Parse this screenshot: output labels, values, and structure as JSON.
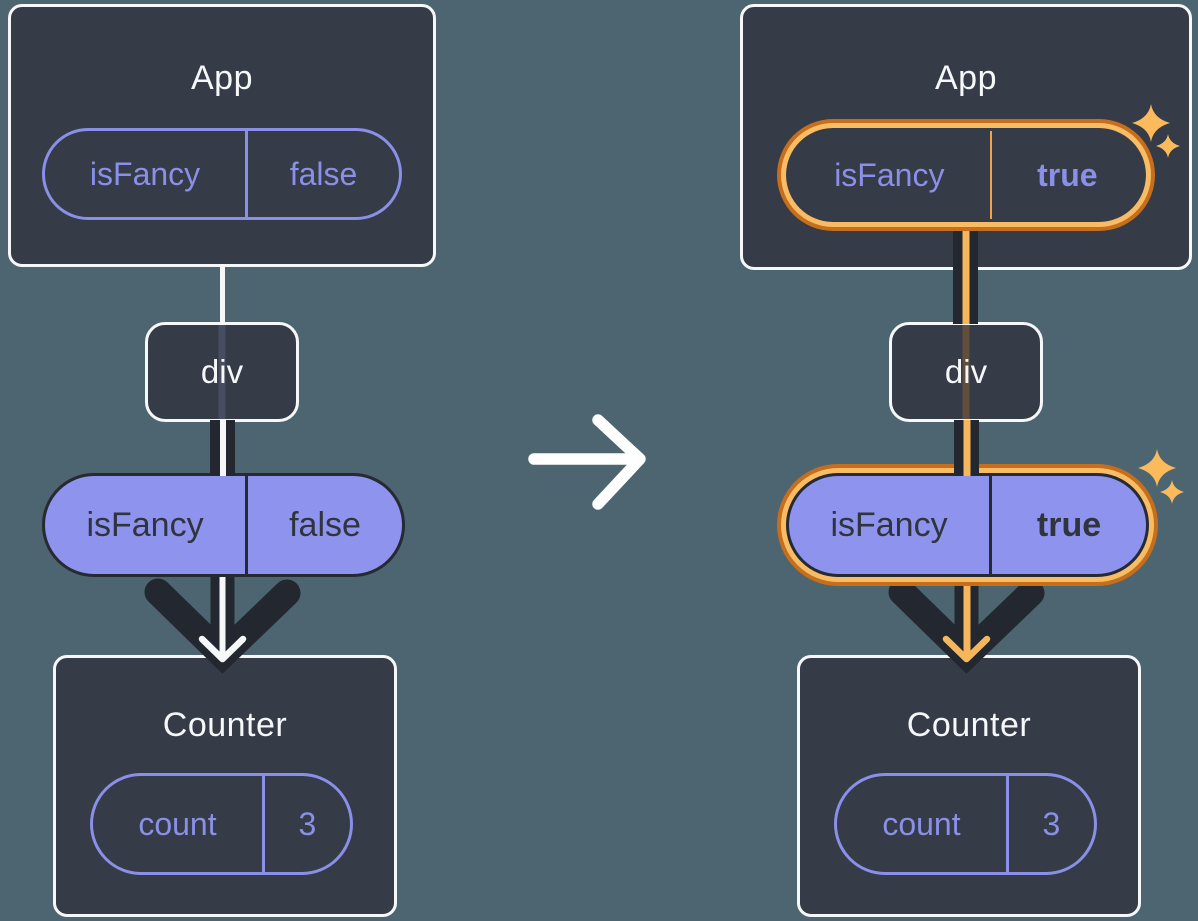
{
  "diagram_title": "React props update diagram: isFancy prop changes from false to true, passed from App through div to Counter",
  "colors": {
    "background": "#4C6570",
    "card_bg": "#353B47",
    "card_border": "#F6F7F9",
    "purple": "#8A8FE8",
    "pill_fill": "#8E93EE",
    "pill_text_dark": "#2F343D",
    "arrow_dark": "#23272F",
    "arrow_white": "#F6F7F9",
    "highlight_orange_dark": "#C76E1C",
    "highlight_orange_light": "#F8BC64",
    "sparkle": "#FBBB5D"
  },
  "transition_arrow": {
    "icon": "arrow-right-icon"
  },
  "panels": {
    "before": {
      "app": {
        "title": "App",
        "prop": {
          "name": "isFancy",
          "value": "false"
        }
      },
      "div": {
        "label": "div"
      },
      "prop_pill": {
        "name": "isFancy",
        "value": "false"
      },
      "counter": {
        "title": "Counter",
        "state": {
          "name": "count",
          "value": "3"
        }
      }
    },
    "after": {
      "app": {
        "title": "App",
        "prop": {
          "name": "isFancy",
          "value": "true"
        }
      },
      "div": {
        "label": "div"
      },
      "prop_pill": {
        "name": "isFancy",
        "value": "true"
      },
      "counter": {
        "title": "Counter",
        "state": {
          "name": "count",
          "value": "3"
        }
      }
    }
  }
}
